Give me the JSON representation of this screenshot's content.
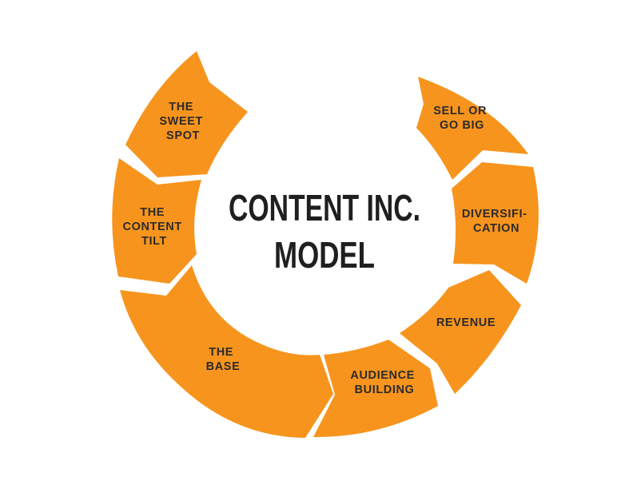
{
  "title_lines": [
    "CONTENT INC.",
    "MODEL"
  ],
  "segments": [
    {
      "id": "the-base",
      "label_lines": [
        "THE",
        "BASE"
      ]
    },
    {
      "id": "the-content-tilt",
      "label_lines": [
        "THE",
        "CONTENT",
        "TILT"
      ]
    },
    {
      "id": "the-sweet-spot",
      "label_lines": [
        "THE",
        "SWEET",
        "SPOT"
      ]
    },
    {
      "id": "audience-building",
      "label_lines": [
        "AUDIENCE",
        "BUILDING"
      ]
    },
    {
      "id": "revenue",
      "label_lines": [
        "REVENUE"
      ]
    },
    {
      "id": "diversification",
      "label_lines": [
        "DIVERSIFI-",
        "CATION"
      ]
    },
    {
      "id": "sell-or-go-big",
      "label_lines": [
        "SELL OR",
        "GO BIG"
      ]
    }
  ],
  "colors": {
    "segment": "#F7941E",
    "text": "#2b2b2b",
    "background": "#ffffff"
  }
}
